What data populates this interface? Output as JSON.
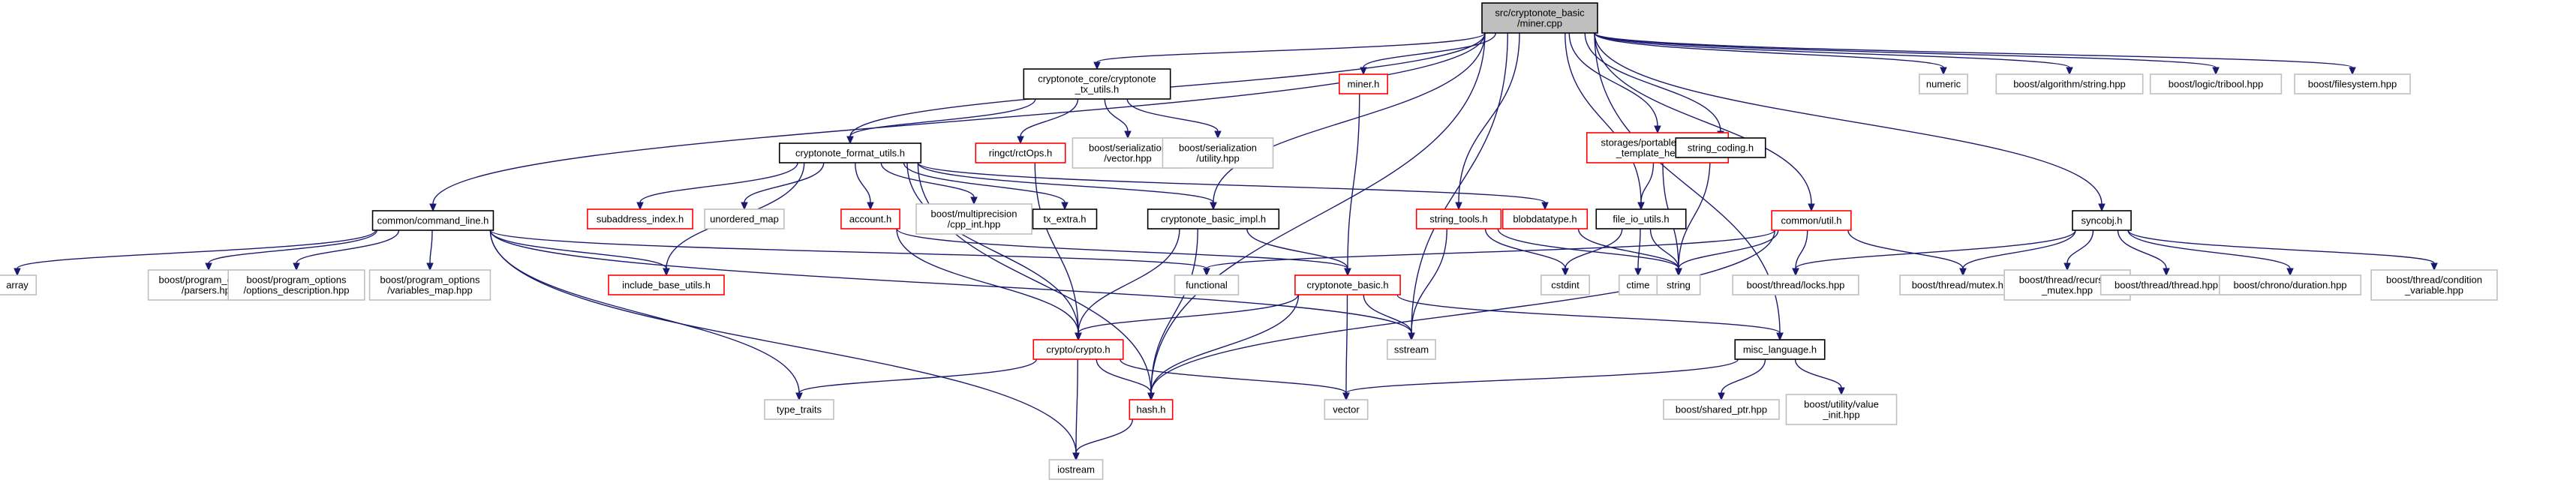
{
  "diagram": {
    "colors": {
      "edge": "#191970",
      "root_fill": "#bfbfbf",
      "red_border": "#ff0000",
      "external_border": "#bfbfbf",
      "normal_border": "#000000"
    },
    "nodes": [
      {
        "id": "root",
        "lines": [
          "src/cryptonote_basic",
          "/miner.cpp"
        ],
        "kind": "root"
      },
      {
        "id": "cn_tx_utils",
        "lines": [
          "cryptonote_core/cryptonote",
          "_tx_utils.h"
        ],
        "kind": "normal"
      },
      {
        "id": "miner_h",
        "lines": [
          "miner.h"
        ],
        "kind": "red"
      },
      {
        "id": "storages",
        "lines": [
          "storages/portable_storage",
          "_template_helper.h"
        ],
        "kind": "red"
      },
      {
        "id": "string_coding",
        "lines": [
          "string_coding.h"
        ],
        "kind": "normal"
      },
      {
        "id": "numeric",
        "lines": [
          "numeric"
        ],
        "kind": "ext"
      },
      {
        "id": "b_algo",
        "lines": [
          "boost/algorithm/string.hpp"
        ],
        "kind": "ext"
      },
      {
        "id": "b_tribool",
        "lines": [
          "boost/logic/tribool.hpp"
        ],
        "kind": "ext"
      },
      {
        "id": "b_fs",
        "lines": [
          "boost/filesystem.hpp"
        ],
        "kind": "ext"
      },
      {
        "id": "rctops",
        "lines": [
          "ringct/rctOps.h"
        ],
        "kind": "red"
      },
      {
        "id": "b_ser_vec",
        "lines": [
          "boost/serialization",
          "/vector.hpp"
        ],
        "kind": "ext"
      },
      {
        "id": "b_ser_util",
        "lines": [
          "boost/serialization",
          "/utility.hpp"
        ],
        "kind": "ext"
      },
      {
        "id": "cn_format",
        "lines": [
          "cryptonote_format_utils.h"
        ],
        "kind": "normal"
      },
      {
        "id": "cmd_line",
        "lines": [
          "common/command_line.h"
        ],
        "kind": "normal"
      },
      {
        "id": "subaddr",
        "lines": [
          "subaddress_index.h"
        ],
        "kind": "red"
      },
      {
        "id": "unordered_map",
        "lines": [
          "unordered_map"
        ],
        "kind": "ext"
      },
      {
        "id": "account",
        "lines": [
          "account.h"
        ],
        "kind": "red"
      },
      {
        "id": "b_multiprec",
        "lines": [
          "boost/multiprecision",
          "/cpp_int.hpp"
        ],
        "kind": "ext"
      },
      {
        "id": "tx_extra",
        "lines": [
          "tx_extra.h"
        ],
        "kind": "normal"
      },
      {
        "id": "cn_basic_impl",
        "lines": [
          "cryptonote_basic_impl.h"
        ],
        "kind": "normal"
      },
      {
        "id": "blobdatatype",
        "lines": [
          "blobdatatype.h"
        ],
        "kind": "red"
      },
      {
        "id": "string_tools",
        "lines": [
          "string_tools.h"
        ],
        "kind": "red"
      },
      {
        "id": "file_io",
        "lines": [
          "file_io_utils.h"
        ],
        "kind": "normal"
      },
      {
        "id": "common_util",
        "lines": [
          "common/util.h"
        ],
        "kind": "red"
      },
      {
        "id": "syncobj",
        "lines": [
          "syncobj.h"
        ],
        "kind": "normal"
      },
      {
        "id": "array",
        "lines": [
          "array"
        ],
        "kind": "ext"
      },
      {
        "id": "b_po_parsers",
        "lines": [
          "boost/program_options",
          "/parsers.hpp"
        ],
        "kind": "ext"
      },
      {
        "id": "b_po_desc",
        "lines": [
          "boost/program_options",
          "/options_description.hpp"
        ],
        "kind": "ext"
      },
      {
        "id": "b_po_vmap",
        "lines": [
          "boost/program_options",
          "/variables_map.hpp"
        ],
        "kind": "ext"
      },
      {
        "id": "include_base",
        "lines": [
          "include_base_utils.h"
        ],
        "kind": "red"
      },
      {
        "id": "functional",
        "lines": [
          "functional"
        ],
        "kind": "ext"
      },
      {
        "id": "cn_basic",
        "lines": [
          "cryptonote_basic.h"
        ],
        "kind": "red"
      },
      {
        "id": "cstdint",
        "lines": [
          "cstdint"
        ],
        "kind": "ext"
      },
      {
        "id": "ctime",
        "lines": [
          "ctime"
        ],
        "kind": "ext"
      },
      {
        "id": "string",
        "lines": [
          "string"
        ],
        "kind": "ext"
      },
      {
        "id": "b_locks",
        "lines": [
          "boost/thread/locks.hpp"
        ],
        "kind": "ext"
      },
      {
        "id": "b_mutex",
        "lines": [
          "boost/thread/mutex.hpp"
        ],
        "kind": "ext"
      },
      {
        "id": "b_rec_mutex",
        "lines": [
          "boost/thread/recursive",
          "_mutex.hpp"
        ],
        "kind": "ext"
      },
      {
        "id": "b_thread",
        "lines": [
          "boost/thread/thread.hpp"
        ],
        "kind": "ext"
      },
      {
        "id": "b_duration",
        "lines": [
          "boost/chrono/duration.hpp"
        ],
        "kind": "ext"
      },
      {
        "id": "b_condvar",
        "lines": [
          "boost/thread/condition",
          "_variable.hpp"
        ],
        "kind": "ext"
      },
      {
        "id": "crypto",
        "lines": [
          "crypto/crypto.h"
        ],
        "kind": "red"
      },
      {
        "id": "sstream",
        "lines": [
          "sstream"
        ],
        "kind": "ext"
      },
      {
        "id": "misc_lang",
        "lines": [
          "misc_language.h"
        ],
        "kind": "normal"
      },
      {
        "id": "type_traits",
        "lines": [
          "type_traits"
        ],
        "kind": "ext"
      },
      {
        "id": "hash",
        "lines": [
          "hash.h"
        ],
        "kind": "red"
      },
      {
        "id": "vector",
        "lines": [
          "vector"
        ],
        "kind": "ext"
      },
      {
        "id": "b_shared_ptr",
        "lines": [
          "boost/shared_ptr.hpp"
        ],
        "kind": "ext"
      },
      {
        "id": "b_value_init",
        "lines": [
          "boost/utility/value",
          "_init.hpp"
        ],
        "kind": "ext"
      },
      {
        "id": "iostream",
        "lines": [
          "iostream"
        ],
        "kind": "ext"
      }
    ],
    "edges": [
      [
        "root",
        "cn_tx_utils"
      ],
      [
        "root",
        "cn_format"
      ],
      [
        "root",
        "cmd_line"
      ],
      [
        "root",
        "miner_h"
      ],
      [
        "root",
        "storages"
      ],
      [
        "root",
        "string_coding"
      ],
      [
        "root",
        "numeric"
      ],
      [
        "root",
        "b_algo"
      ],
      [
        "root",
        "b_tribool"
      ],
      [
        "root",
        "b_fs"
      ],
      [
        "root",
        "cn_basic_impl"
      ],
      [
        "root",
        "string_tools"
      ],
      [
        "root",
        "file_io"
      ],
      [
        "root",
        "common_util"
      ],
      [
        "root",
        "syncobj"
      ],
      [
        "root",
        "sstream"
      ],
      [
        "root",
        "hash"
      ],
      [
        "root",
        "misc_lang"
      ],
      [
        "cn_tx_utils",
        "cn_format"
      ],
      [
        "cn_tx_utils",
        "rctops"
      ],
      [
        "cn_tx_utils",
        "b_ser_vec"
      ],
      [
        "cn_tx_utils",
        "b_ser_util"
      ],
      [
        "cn_format",
        "subaddr"
      ],
      [
        "cn_format",
        "unordered_map"
      ],
      [
        "cn_format",
        "account"
      ],
      [
        "cn_format",
        "b_multiprec"
      ],
      [
        "cn_format",
        "tx_extra"
      ],
      [
        "cn_format",
        "cn_basic_impl"
      ],
      [
        "cn_format",
        "blobdatatype"
      ],
      [
        "cn_format",
        "include_base"
      ],
      [
        "cn_format",
        "crypto"
      ],
      [
        "cn_format",
        "hash"
      ],
      [
        "cmd_line",
        "array"
      ],
      [
        "cmd_line",
        "b_po_parsers"
      ],
      [
        "cmd_line",
        "b_po_desc"
      ],
      [
        "cmd_line",
        "b_po_vmap"
      ],
      [
        "cmd_line",
        "include_base"
      ],
      [
        "cmd_line",
        "functional"
      ],
      [
        "cmd_line",
        "type_traits"
      ],
      [
        "cmd_line",
        "iostream"
      ],
      [
        "cmd_line",
        "sstream"
      ],
      [
        "miner_h",
        "cn_basic"
      ],
      [
        "rctops",
        "crypto"
      ],
      [
        "account",
        "crypto"
      ],
      [
        "account",
        "cn_basic"
      ],
      [
        "cn_basic_impl",
        "cn_basic"
      ],
      [
        "cn_basic_impl",
        "crypto"
      ],
      [
        "cn_basic_impl",
        "hash"
      ],
      [
        "blobdatatype",
        "string"
      ],
      [
        "string_tools",
        "cstdint"
      ],
      [
        "string_tools",
        "string"
      ],
      [
        "string_tools",
        "sstream"
      ],
      [
        "storages",
        "file_io"
      ],
      [
        "storages",
        "string"
      ],
      [
        "string_coding",
        "string"
      ],
      [
        "file_io",
        "cstdint"
      ],
      [
        "file_io",
        "ctime"
      ],
      [
        "file_io",
        "string"
      ],
      [
        "common_util",
        "functional"
      ],
      [
        "common_util",
        "string"
      ],
      [
        "common_util",
        "b_locks"
      ],
      [
        "common_util",
        "b_mutex"
      ],
      [
        "common_util",
        "hash"
      ],
      [
        "syncobj",
        "b_locks"
      ],
      [
        "syncobj",
        "b_mutex"
      ],
      [
        "syncobj",
        "b_rec_mutex"
      ],
      [
        "syncobj",
        "b_thread"
      ],
      [
        "syncobj",
        "b_duration"
      ],
      [
        "syncobj",
        "b_condvar"
      ],
      [
        "cn_basic",
        "crypto"
      ],
      [
        "cn_basic",
        "hash"
      ],
      [
        "cn_basic",
        "sstream"
      ],
      [
        "cn_basic",
        "vector"
      ],
      [
        "cn_basic",
        "misc_lang"
      ],
      [
        "crypto",
        "type_traits"
      ],
      [
        "crypto",
        "hash"
      ],
      [
        "crypto",
        "vector"
      ],
      [
        "crypto",
        "iostream"
      ],
      [
        "misc_lang",
        "vector"
      ],
      [
        "misc_lang",
        "b_shared_ptr"
      ],
      [
        "misc_lang",
        "b_value_init"
      ],
      [
        "hash",
        "iostream"
      ]
    ]
  }
}
